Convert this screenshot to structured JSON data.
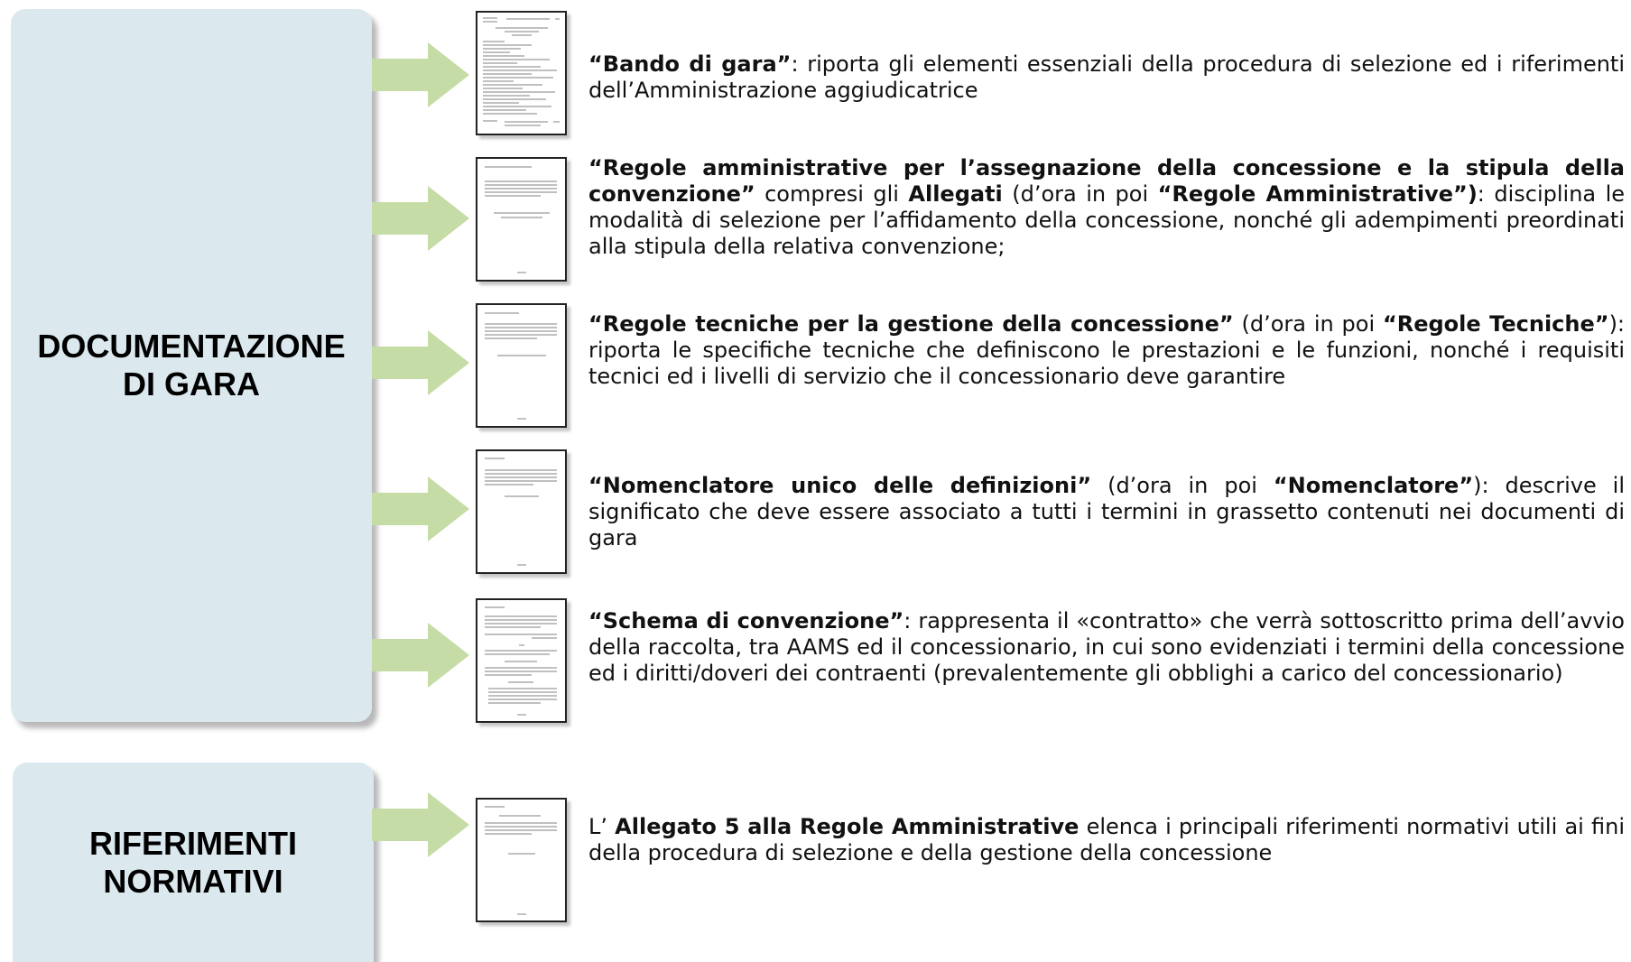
{
  "panels": {
    "documentazione": "DOCUMENTAZIONE\nDI GARA",
    "riferimenti": "RIFERIMENTI\nNORMATIVI"
  },
  "colors": {
    "panel_fill": "#dbe9ef",
    "arrow_fill": "#c6dca6",
    "text": "#111111"
  },
  "items": [
    {
      "b1": "“Bando di gara”",
      "t1": ": riporta gli elementi essenziali della procedura di selezione ed i riferimenti dell’Amministrazione aggiudicatrice"
    },
    {
      "b1": "“Regole amministrative per l’assegnazione della concessione e la stipula della convenzione”",
      "t1": " compresi gli ",
      "b2": "Allegati",
      "t2": " (d’ora in poi ",
      "b3": "“Regole Amministrative”)",
      "t3": ": disciplina le modalità di selezione per l’affidamento della concessione, nonché gli adempimenti preordinati alla stipula della relativa convenzione;"
    },
    {
      "b1": "“Regole tecniche per la gestione della concessione”",
      "t1": " (d’ora in poi ",
      "b2": "“Regole Tecniche”",
      "t2": "): riporta le specifiche tecniche che definiscono le prestazioni e le funzioni, nonché i requisiti tecnici ed i livelli di servizio che il concessionario deve garantire"
    },
    {
      "b1": "“Nomenclatore unico delle definizioni”",
      "t1": " (d’ora in poi ",
      "b2": "“Nomenclatore”",
      "t2": "): descrive il significato che deve essere associato a tutti i termini in grassetto contenuti nei documenti di gara"
    },
    {
      "b1": "“Schema di convenzione”",
      "t1": ": rappresenta il «contratto» che verrà sottoscritto prima dell’avvio della raccolta, tra AAMS ed il concessionario, in cui sono evidenziati i termini della concessione ed i diritti/doveri dei contraenti (prevalentemente gli obblighi a carico del concessionario)"
    },
    {
      "t0": "L’ ",
      "b1": "Allegato 5 alla Regole Amministrative",
      "t1": " elenca i principali riferimenti normativi utili ai fini della procedura di selezione e della gestione della concessione"
    }
  ]
}
